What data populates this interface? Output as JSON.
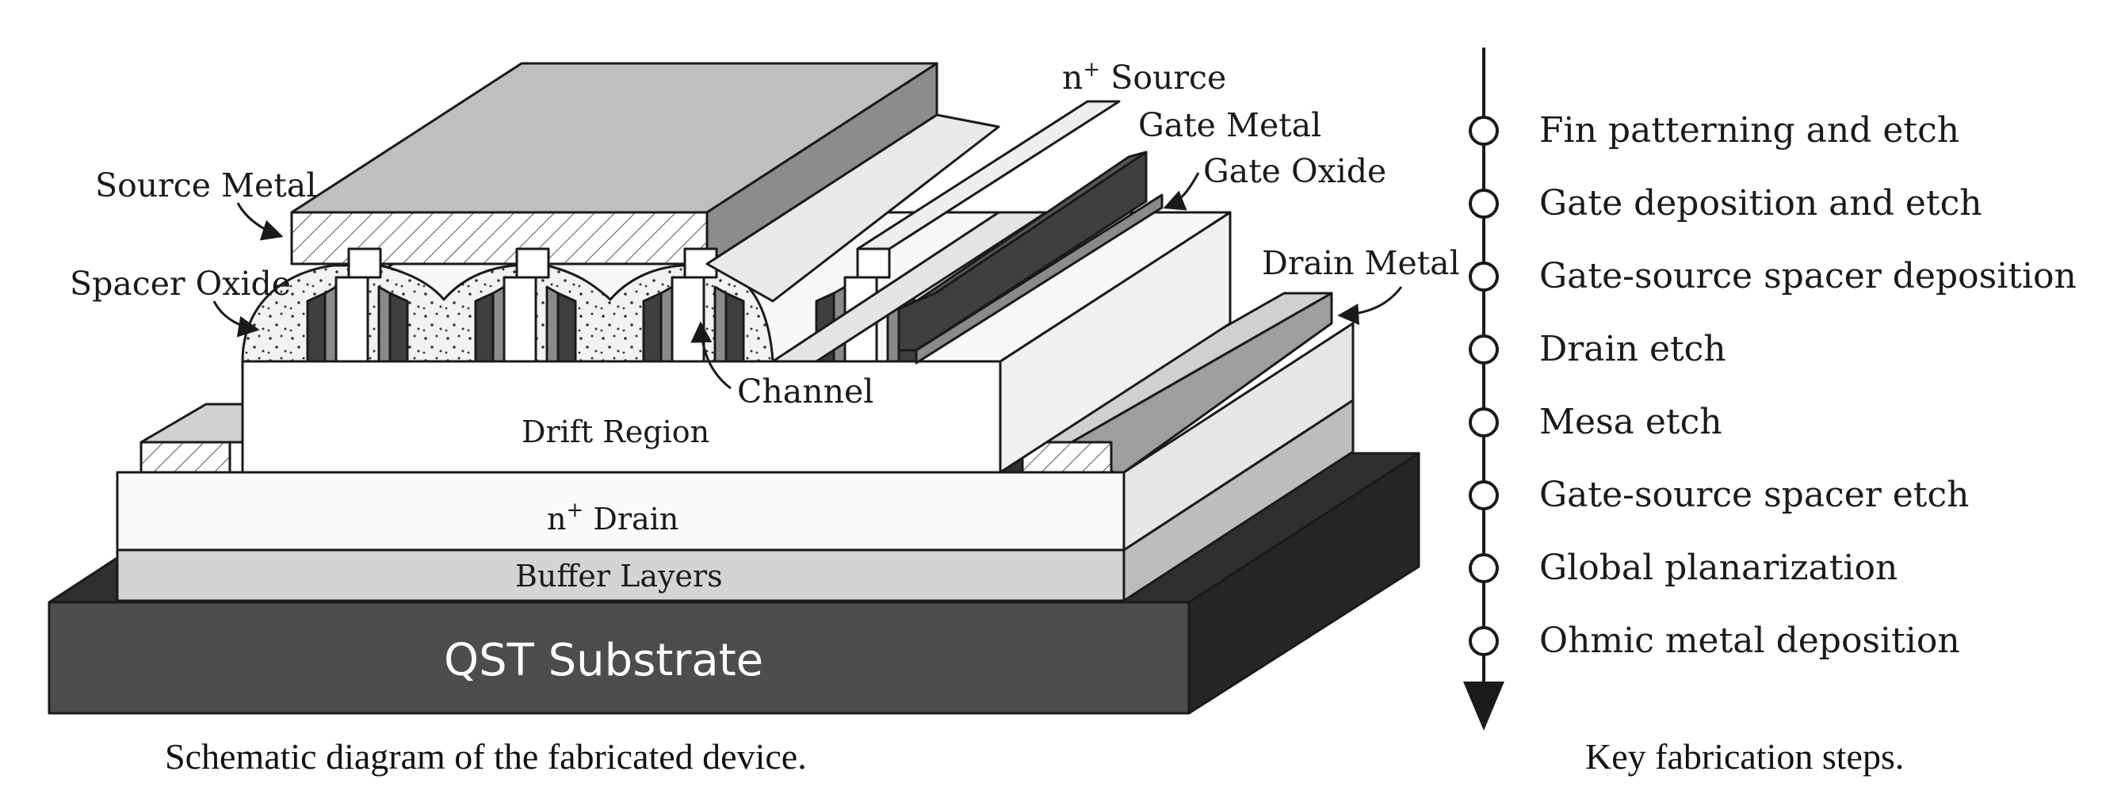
{
  "diagram": {
    "caption": "Schematic diagram of the fabricated device.",
    "substrate_label": "QST Substrate",
    "buffer_label": "Buffer Layers",
    "drain_label_main": "n",
    "drain_label_sup": "+",
    "drain_label_tail": " Drain",
    "drift_label": "Drift Region",
    "source_label_main": "n",
    "source_label_sup": "+",
    "source_label_tail": " Source",
    "gate_metal_label": "Gate Metal",
    "gate_oxide_label": "Gate Oxide",
    "source_metal_label": "Source Metal",
    "spacer_oxide_label": "Spacer Oxide",
    "drain_metal_label": "Drain Metal",
    "channel_label": "Channel"
  },
  "process": {
    "caption": "Key fabrication steps.",
    "steps": [
      "Fin patterning and etch",
      "Gate deposition and etch",
      "Gate-source spacer deposition",
      "Drain etch",
      "Mesa etch",
      "Gate-source spacer etch",
      "Global planarization",
      "Ohmic metal deposition"
    ]
  },
  "colors": {
    "substrate": "#4d4d4d",
    "gate_metal": "#3f3f3f",
    "gate_oxide": "#8a8a8a",
    "outline": "#1a1a1a"
  }
}
